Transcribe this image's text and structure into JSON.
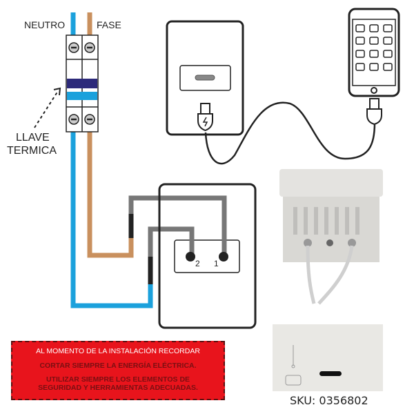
{
  "breaker": {
    "neutral_label": "NEUTRO",
    "phase_label": "FASE",
    "name_line1": "LLAVE",
    "name_line2": "TERMICA"
  },
  "terminals": {
    "t2": "2",
    "t1": "1"
  },
  "warning": {
    "line1": "AL MOMENTO DE LA INSTALACIÓN RECORDAR",
    "line2": "CORTAR SIEMPRE LA ENERGÍA ELÉCTRICA.",
    "line3": "UTILIZAR SIEMPRE LOS ELEMENTOS DE",
    "line4": "SEGURIDAD Y HERRAMIENTAS ADECUADAS."
  },
  "product": {
    "sku": "SKU: 0356802"
  },
  "colors": {
    "neutral": "#1ba1dc",
    "phase": "#c9905e",
    "wire_gray": "#777777",
    "warning_bg": "#e8141c"
  }
}
